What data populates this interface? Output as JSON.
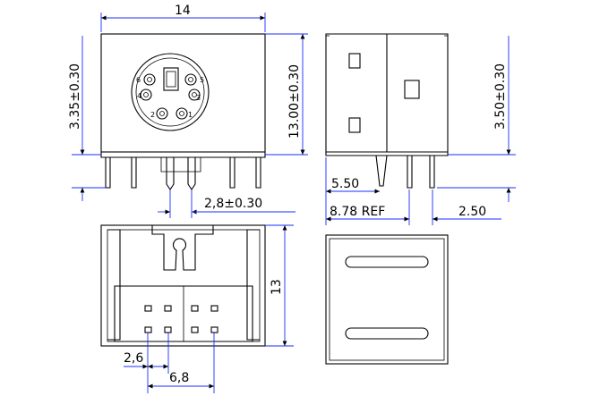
{
  "front": {
    "pins": {
      "1": "1",
      "2": "2",
      "3": "3",
      "4": "4",
      "5": "5",
      "6": "6"
    }
  },
  "dims": {
    "width_top": "14",
    "pin_length_front": "3.35±0.30",
    "height_side": "13.00±0.30",
    "pin_pitch_front": "2,8±0.30",
    "pin_length_side": "3.50±0.30",
    "hook_offset": "5.50",
    "ref_length": "8.78 REF",
    "pin_pitch_side": "2.50",
    "depth_bottom": "13",
    "pad_pitch_small": "2,6",
    "pad_pitch_large": "6,8"
  },
  "colors": {
    "dimension_line": "#1a2cff",
    "outline": "#000000"
  }
}
